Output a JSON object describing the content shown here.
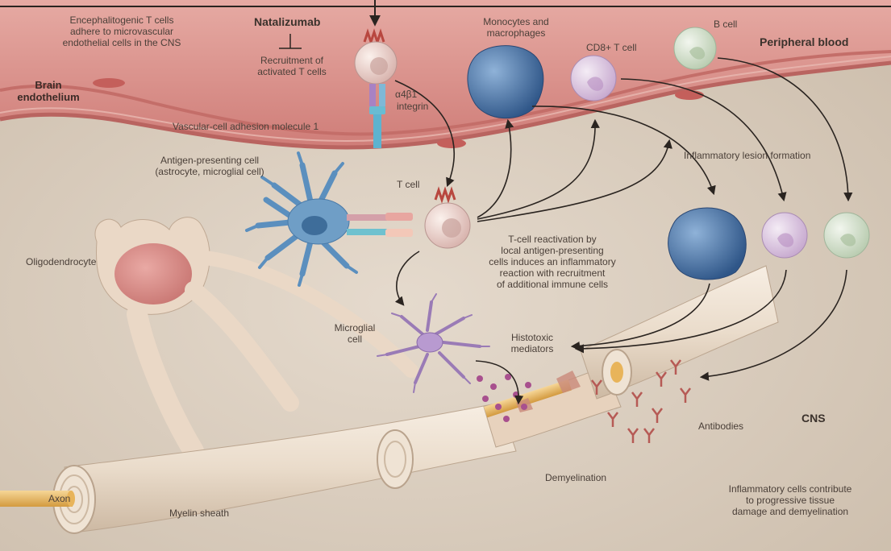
{
  "labels": {
    "adhere": "Encephalitogenic T cells\nadhere to microvascular\nendothelial cells in the CNS",
    "natalizumab": "Natalizumab",
    "recruitment": "Recruitment of\nactivated T cells",
    "integrin_symbol": "α4β1",
    "integrin_word": "integrin",
    "monocytes": "Monocytes and\nmacrophages",
    "cd8": "CD8+  T cell",
    "bcell": "B cell",
    "peripheral": "Peripheral blood",
    "brain_endothelium": "Brain\nendothelium",
    "vcam": "Vascular-cell adhesion molecule 1",
    "apc": "Antigen-presenting cell\n(astrocyte, microglial cell)",
    "tcell": "T cell",
    "lesion": "Inflammatory lesion formation",
    "oligodendrocyte": "Oligodendrocyte",
    "reactivation": "T-cell reactivation by\nlocal antigen-presenting\ncells induces an inflammatory\nreaction with recruitment\nof additional immune cells",
    "microglial": "Microglial\ncell",
    "histotoxic": "Histotoxic\nmediators",
    "cns": "CNS",
    "antibodies": "Antibodies",
    "axon": "Axon",
    "myelin": "Myelin sheath",
    "demyelination": "Demyelination",
    "inflammatory_cells": "Inflammatory cells contribute\nto progressive tissue\ndamage and demyelination"
  },
  "colors": {
    "vessel": "#d98f88",
    "vessel_lumen": "#e2a59f",
    "tissue": "#d8cbbb",
    "myelin": "#efe3d4",
    "axon": "#e8b45a",
    "monocyte": "#4f77a8",
    "cd8": "#d8c2dc",
    "bcell": "#d7e3cf",
    "apc": "#6f9ec6",
    "arrow": "#2a2420"
  }
}
